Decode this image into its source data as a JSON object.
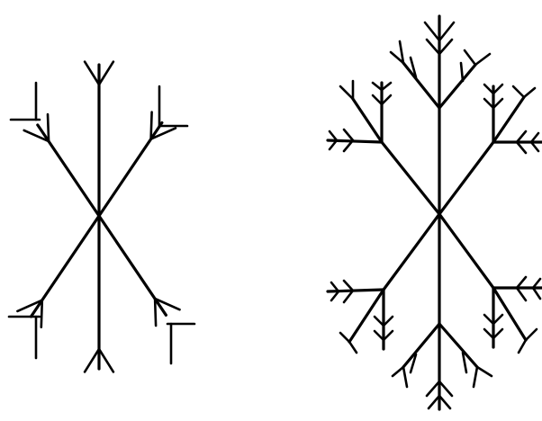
{
  "figures": [
    {
      "name": "snowflake-stage-1",
      "description_level": 1
    },
    {
      "name": "snowflake-stage-2",
      "description_level": 2
    }
  ],
  "colors": {
    "stroke": "#000000",
    "background": "#ffffff"
  }
}
